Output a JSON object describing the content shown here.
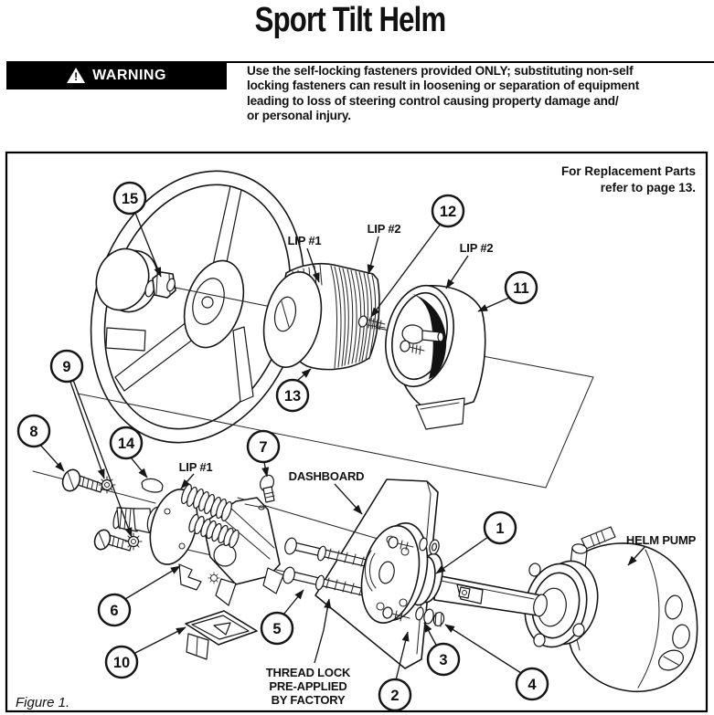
{
  "page": {
    "title": "Sport Tilt Helm"
  },
  "warning": {
    "badge": "WARNING",
    "icon": "!",
    "lines": [
      "Use the self-locking fasteners provided ONLY; substituting non-self",
      "locking fasteners can result in loosening or separation of equipment",
      "leading to loss of steering control causing property damage and/",
      "or personal injury."
    ]
  },
  "diagram": {
    "note_line1": "For Replacement Parts",
    "note_line2": "refer to page 13.",
    "labels": {
      "lip1_top": "LIP #1",
      "lip2_top": "LIP #2",
      "lip2_right": "LIP #2",
      "lip1_bottom": "LIP #1",
      "dashboard": "DASHBOARD",
      "helm_pump": "HELM PUMP",
      "thread_lock_1": "THREAD LOCK",
      "thread_lock_2": "PRE-APPLIED",
      "thread_lock_3": "BY FACTORY"
    },
    "callouts": [
      "1",
      "2",
      "3",
      "4",
      "5",
      "6",
      "7",
      "8",
      "9",
      "10",
      "11",
      "12",
      "13",
      "14",
      "15"
    ],
    "figure_caption": "Figure 1.",
    "colors": {
      "ink": "#111111",
      "paper": "#ffffff"
    }
  }
}
